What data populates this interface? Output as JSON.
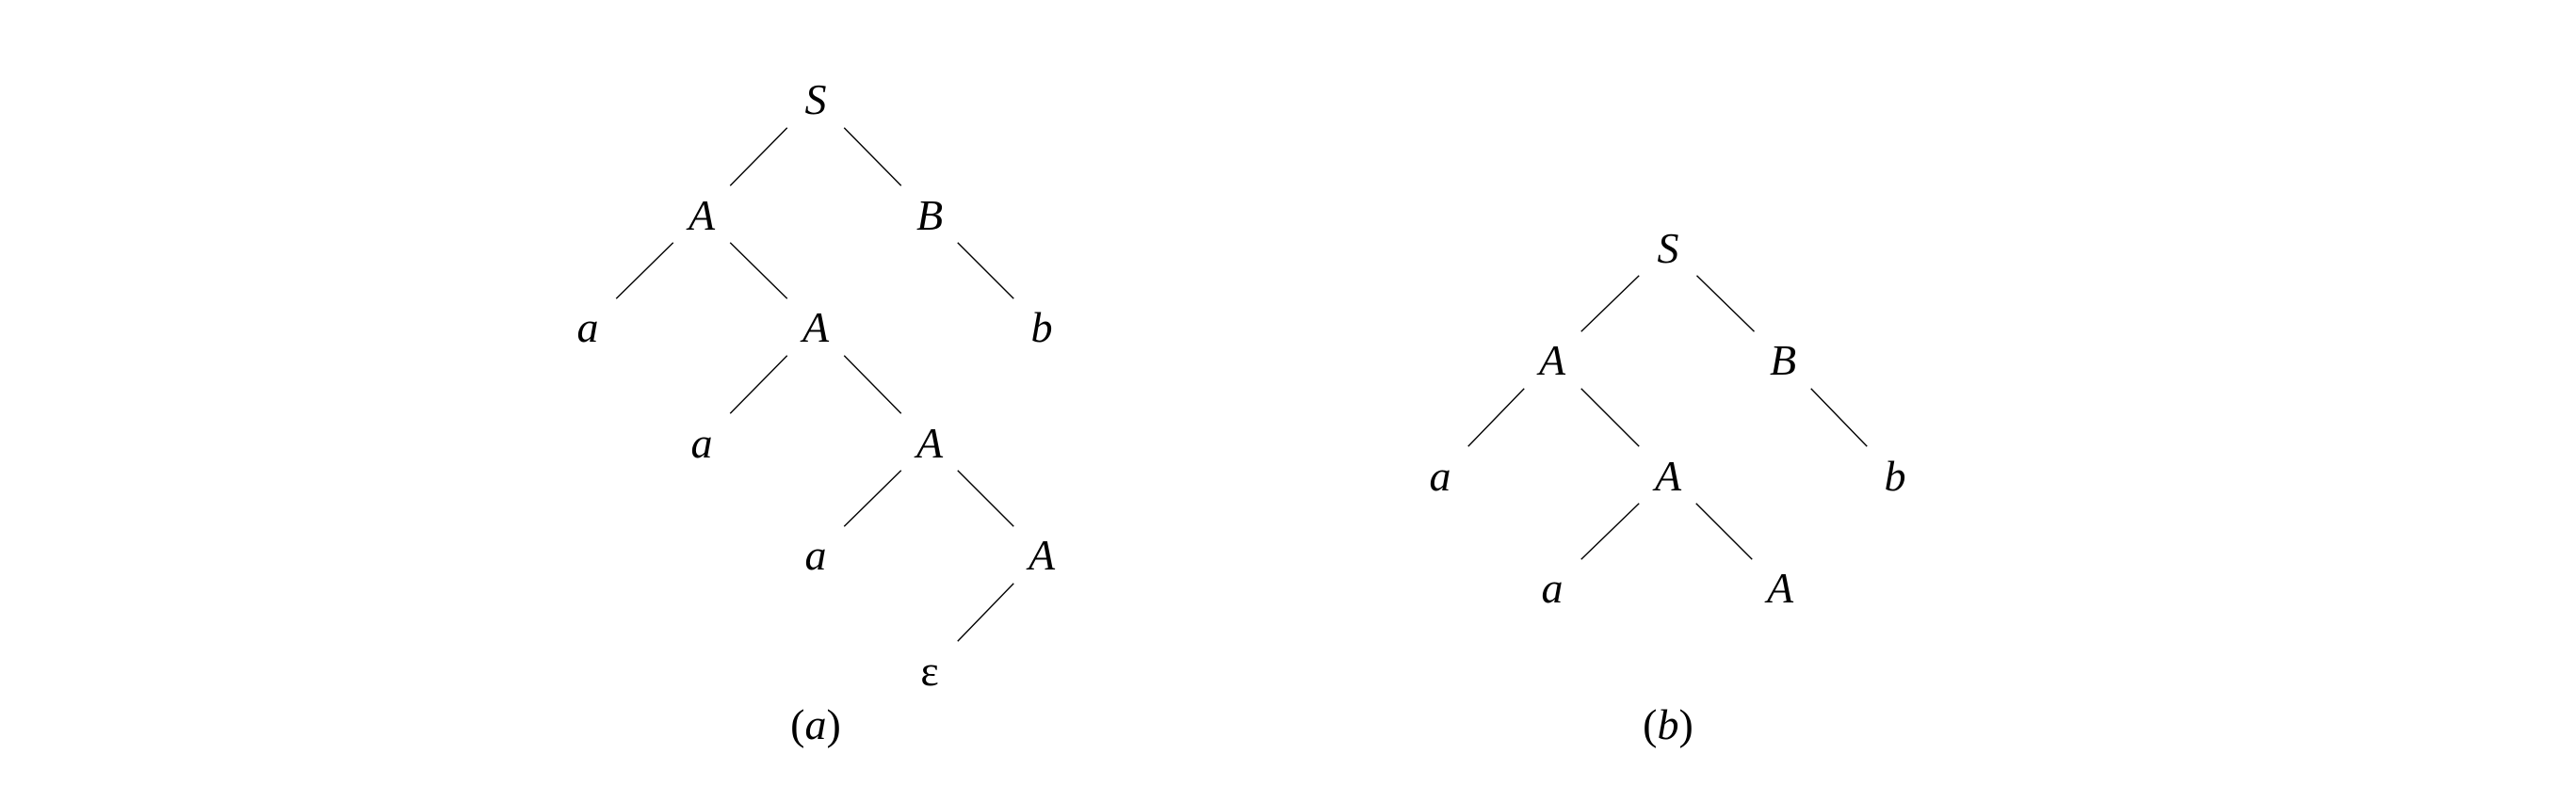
{
  "trees": [
    {
      "caption_open": "(",
      "caption_letter": "a",
      "caption_close": ")",
      "nodes": [
        "S",
        "A",
        "B",
        "a",
        "A",
        "b",
        "a",
        "A",
        "a",
        "A",
        "ε"
      ],
      "edges": [
        [
          0,
          1
        ],
        [
          0,
          2
        ],
        [
          1,
          3
        ],
        [
          1,
          4
        ],
        [
          2,
          5
        ],
        [
          4,
          6
        ],
        [
          4,
          7
        ],
        [
          7,
          8
        ],
        [
          7,
          9
        ],
        [
          9,
          10
        ]
      ]
    },
    {
      "caption_open": "(",
      "caption_letter": "b",
      "caption_close": ")",
      "nodes": [
        "S",
        "A",
        "B",
        "a",
        "A",
        "b",
        "a",
        "A"
      ],
      "edges": [
        [
          0,
          1
        ],
        [
          0,
          2
        ],
        [
          1,
          3
        ],
        [
          1,
          4
        ],
        [
          2,
          5
        ],
        [
          4,
          6
        ],
        [
          4,
          7
        ]
      ]
    }
  ]
}
